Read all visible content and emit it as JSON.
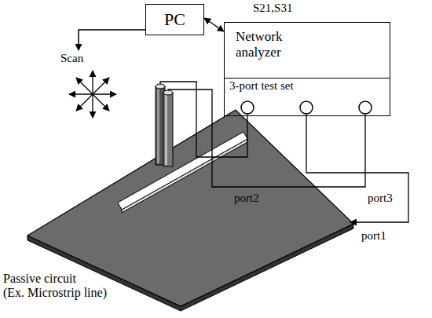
{
  "diagram": {
    "nodes": [
      {
        "text": [
          "PC"
        ]
      },
      {
        "text": [
          "Network analyzer"
        ]
      },
      {
        "text": [
          "3-port test set"
        ],
        "in": 1
      }
    ],
    "edges": [
      {
        "from": 0,
        "to": 1,
        "arrow": "both"
      }
    ],
    "labels": [
      "S21,S31",
      "Scan",
      "port2",
      "port3",
      "port1",
      "Passive circuit (Ex. Microstrip line)"
    ]
  }
}
